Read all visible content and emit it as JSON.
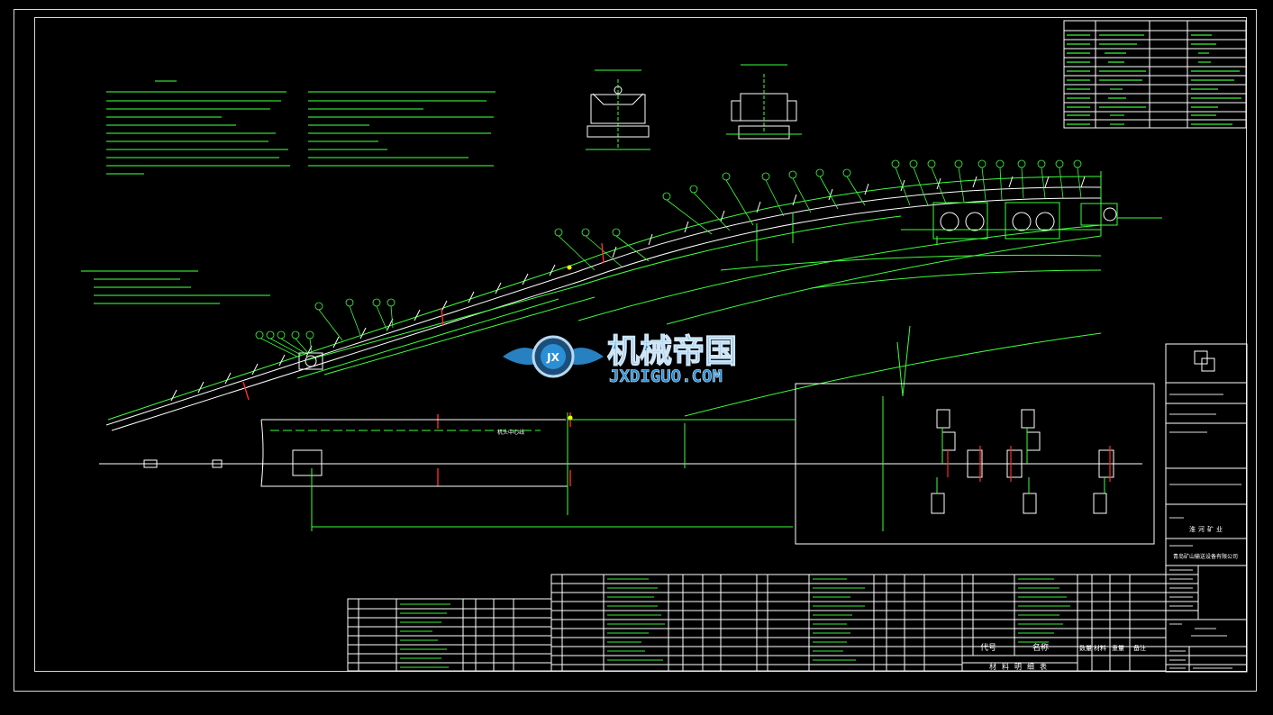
{
  "watermark": {
    "brand_cn": "机械帝国",
    "brand_en": "JXDIGUO.COM",
    "emblem": "JX"
  },
  "title_block": {
    "rows": [
      "",
      "",
      "",
      "",
      "",
      "",
      "",
      "",
      ""
    ],
    "client_line": "淮河矿业",
    "company_line": "青岛矿山输送设备有限公司"
  },
  "bom": {
    "caption": "材料明细表",
    "header": [
      "代号",
      "名称",
      "数量",
      "材料",
      "重量",
      "备注"
    ]
  },
  "labels": {
    "centerline": "机头中心线"
  },
  "colors": {
    "background": "#000000",
    "frame": "#d8d8d8",
    "drawing": "#3cff3c",
    "accent": "#ff2a2a",
    "equipment": "#ffffff",
    "yellow": "#ffff00",
    "watermark": "#2b8fd6"
  }
}
